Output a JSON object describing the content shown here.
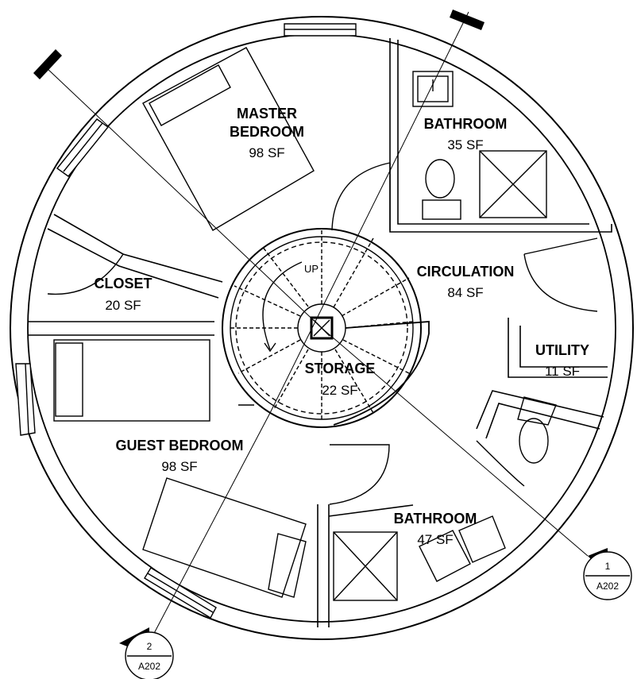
{
  "rooms": {
    "master_bedroom": {
      "line1": "MASTER",
      "line2": "BEDROOM",
      "area": "98 SF"
    },
    "bathroom_upper": {
      "name": "BATHROOM",
      "area": "35 SF"
    },
    "closet": {
      "name": "CLOSET",
      "area": "20 SF"
    },
    "circulation": {
      "name": "CIRCULATION",
      "area": "84 SF"
    },
    "utility": {
      "name": "UTILITY",
      "area": "11 SF"
    },
    "storage": {
      "name": "STORAGE",
      "area": "22 SF"
    },
    "guest_bedroom": {
      "name": "GUEST BEDROOM",
      "area": "98 SF"
    },
    "bathroom_lower": {
      "name": "BATHROOM",
      "area": "47 SF"
    }
  },
  "stair": {
    "up_label": "UP"
  },
  "section_markers": [
    {
      "number": "1",
      "sheet": "A202"
    },
    {
      "number": "2",
      "sheet": "A202"
    }
  ]
}
